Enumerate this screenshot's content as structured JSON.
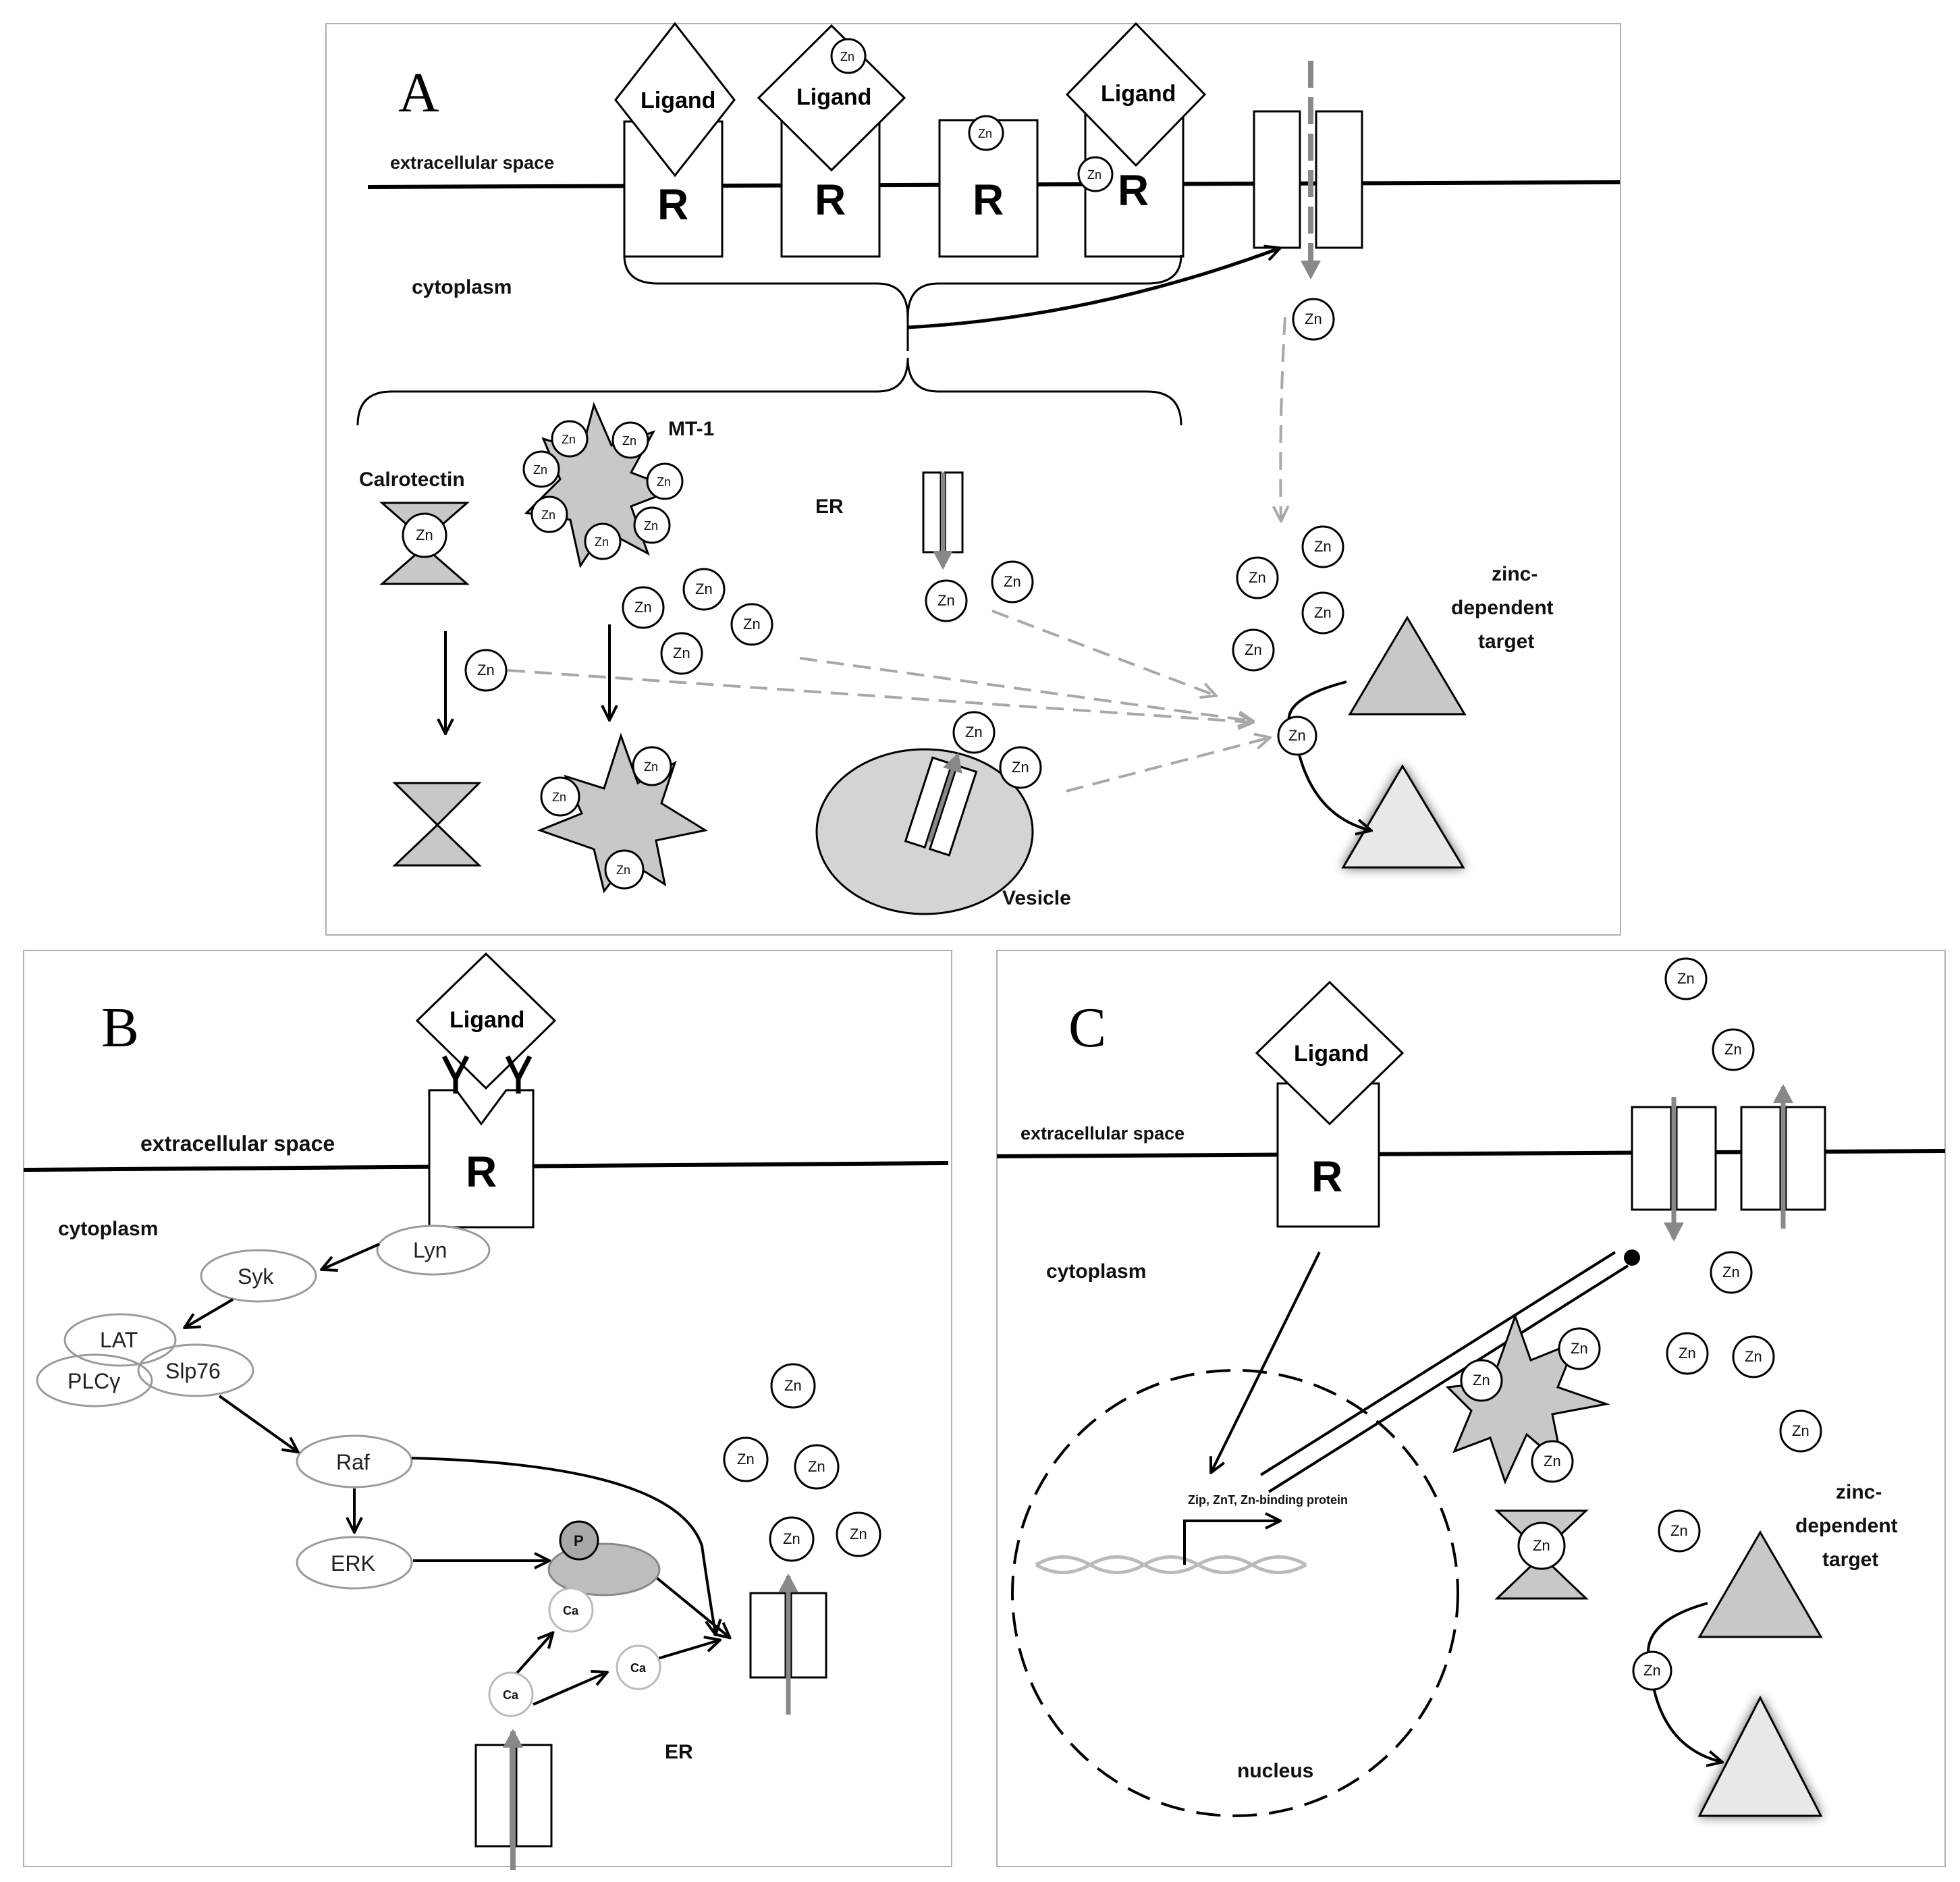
{
  "panels": {
    "A": {
      "letter": "A",
      "extracellular": "extracellular space",
      "cytoplasm": "cytoplasm",
      "ligand": "Ligand",
      "receptor": "R",
      "zinc": "Zn",
      "calprotectin": "Calrotectin",
      "mt1": "MT-1",
      "er": "ER",
      "vesicle": "Vesicle",
      "target": [
        "zinc-",
        "dependent",
        "target"
      ]
    },
    "B": {
      "letter": "B",
      "extracellular": "extracellular space",
      "cytoplasm": "cytoplasm",
      "ligand": "Ligand",
      "receptor": "R",
      "zinc": "Zn",
      "nodes": {
        "lyn": "Lyn",
        "syk": "Syk",
        "lat": "LAT",
        "plcg": "PLCγ",
        "slp76": "Slp76",
        "raf": "Raf",
        "erk": "ERK"
      },
      "phospho": "P",
      "calcium": "Ca",
      "er": "ER"
    },
    "C": {
      "letter": "C",
      "extracellular": "extracellular space",
      "cytoplasm": "cytoplasm",
      "ligand": "Ligand",
      "receptor": "R",
      "zinc": "Zn",
      "gene_products": "Zip, ZnT, Zn-binding protein",
      "nucleus": "nucleus",
      "target": [
        "zinc-",
        "dependent",
        "target"
      ]
    }
  },
  "colors": {
    "line": "#000000",
    "fill_gray": "#c8c8c8",
    "fill_light": "#e6e6e6",
    "dashed_arrow": "#a8a8a8",
    "node_outline": "#9a9a9a",
    "panel_border": "#b0b0b0"
  }
}
